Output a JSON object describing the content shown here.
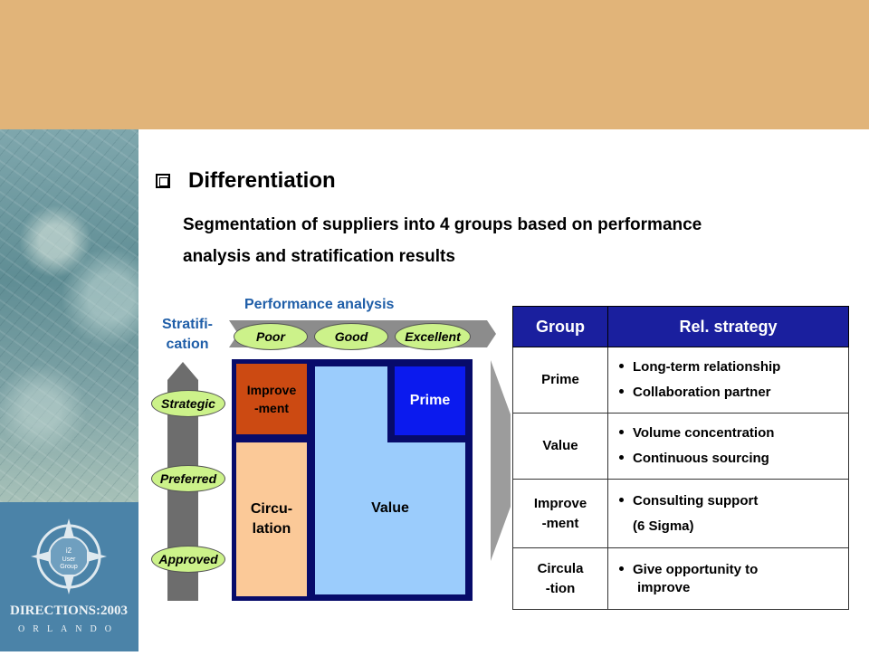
{
  "slide": {
    "title": "Differentiation",
    "subtitle_line1": "Segmentation of suppliers into 4 groups based on performance",
    "subtitle_line2": "analysis and stratification results"
  },
  "diagram": {
    "performance_label": "Performance analysis",
    "stratification_label_line1": "Stratifi-",
    "stratification_label_line2": "cation",
    "performance_levels": [
      "Poor",
      "Good",
      "Excellent"
    ],
    "strata": [
      "Strategic",
      "Preferred",
      "Approved"
    ],
    "cells": {
      "improvement_line1": "Improve",
      "improvement_line2": "-ment",
      "prime": "Prime",
      "circulation_line1": "Circu-",
      "circulation_line2": "lation",
      "value": "Value"
    },
    "colors": {
      "oval": "#ccf28a",
      "improvement": "#cc4a12",
      "prime": "#0b1aee",
      "circulation": "#fbc998",
      "value": "#9bccfc",
      "grid_border": "#070b6a",
      "header_band": "#e1b479"
    }
  },
  "table": {
    "headers": [
      "Group",
      "Rel. strategy"
    ],
    "rows": [
      {
        "group_line1": "Prime",
        "group_line2": "",
        "strategies": [
          "Long-term relationship",
          "Collaboration partner"
        ]
      },
      {
        "group_line1": "Value",
        "group_line2": "",
        "strategies": [
          "Volume concentration",
          "Continuous sourcing"
        ]
      },
      {
        "group_line1": "Improve",
        "group_line2": "-ment",
        "strategies": [
          "Consulting support",
          "(6 Sigma)"
        ]
      },
      {
        "group_line1": "Circula",
        "group_line2": "-tion",
        "strategies": [
          "Give opportunity to",
          "improve"
        ]
      }
    ]
  }
}
